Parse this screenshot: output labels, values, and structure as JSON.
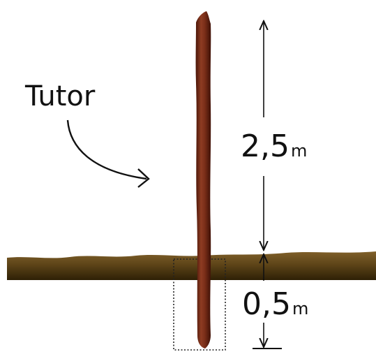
{
  "labels": {
    "stake": "Tutor",
    "above_ground_value": "2,5",
    "above_ground_unit": "m",
    "below_ground_value": "0,5",
    "below_ground_unit": "m"
  },
  "colors": {
    "stake_light": "#8a3a22",
    "stake_dark": "#4a1508",
    "soil_light": "#7a5a22",
    "soil_dark": "#3a2a08",
    "ink": "#111111"
  }
}
